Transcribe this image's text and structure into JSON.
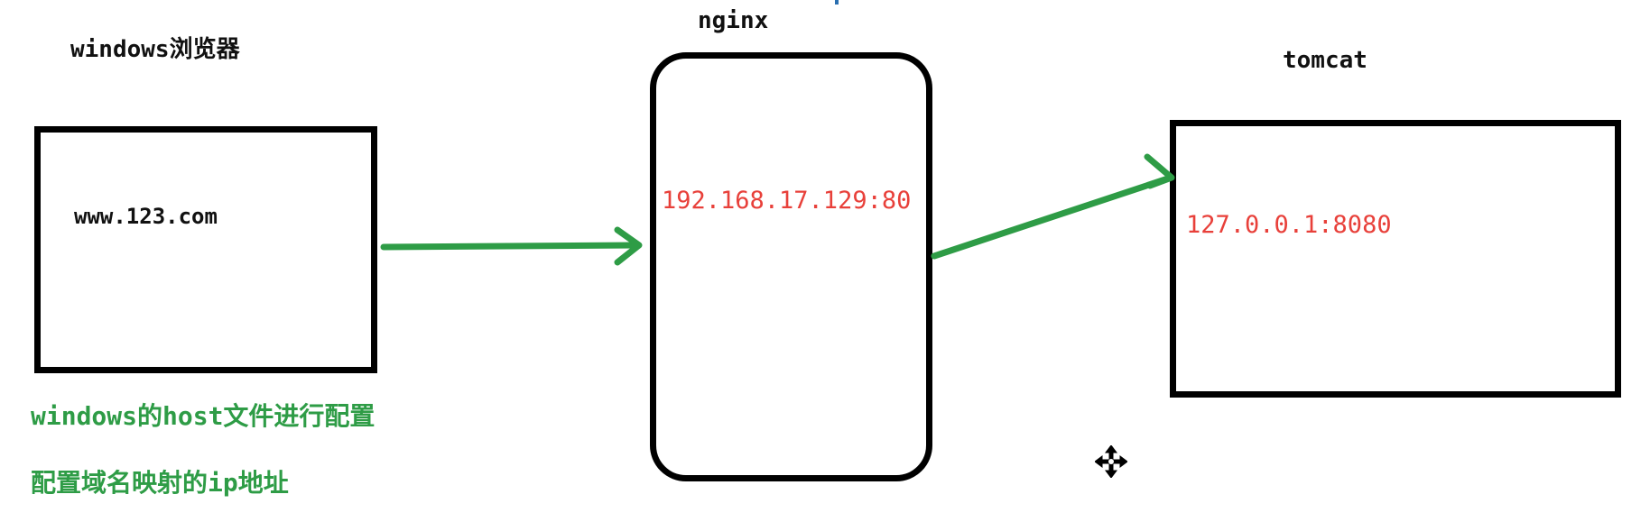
{
  "browser": {
    "title": "windows浏览器",
    "url": "www.123.com"
  },
  "nginx": {
    "title": "nginx",
    "address": "192.168.17.129:80"
  },
  "tomcat": {
    "title": "tomcat",
    "address": "127.0.0.1:8080"
  },
  "notes": {
    "line1": "windows的host文件进行配置",
    "line2": "配置域名映射的ip地址"
  },
  "colors": {
    "box_border": "#000000",
    "arrow": "#2e9c46",
    "address_text": "#e8403a",
    "note_text": "#2e9c46"
  },
  "icons": {
    "cursor": "move-cursor-icon"
  }
}
